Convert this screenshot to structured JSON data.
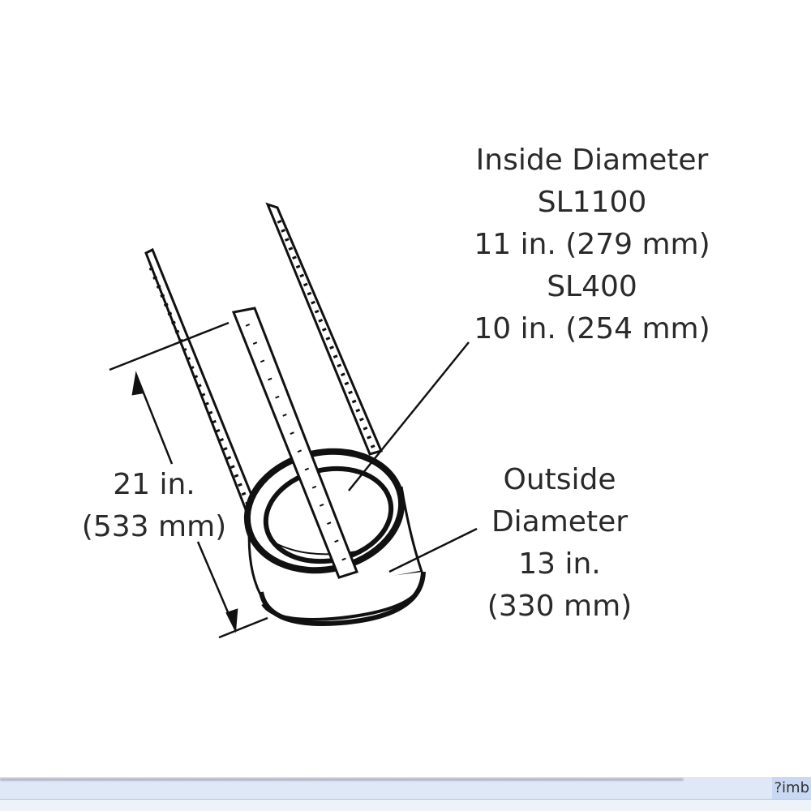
{
  "diagram": {
    "inside_diameter": {
      "title": "Inside Diameter",
      "lines": [
        "SL1100",
        "11 in. (279 mm)",
        "SL400",
        "10 in. (254 mm)"
      ]
    },
    "outside_diameter": {
      "lines": [
        "Outside",
        "Diameter",
        "13 in.",
        "(330 mm)"
      ]
    },
    "length": {
      "lines": [
        "21 in.",
        "(533 mm)"
      ]
    }
  },
  "status_bar": {
    "url_tail": "?imb"
  }
}
